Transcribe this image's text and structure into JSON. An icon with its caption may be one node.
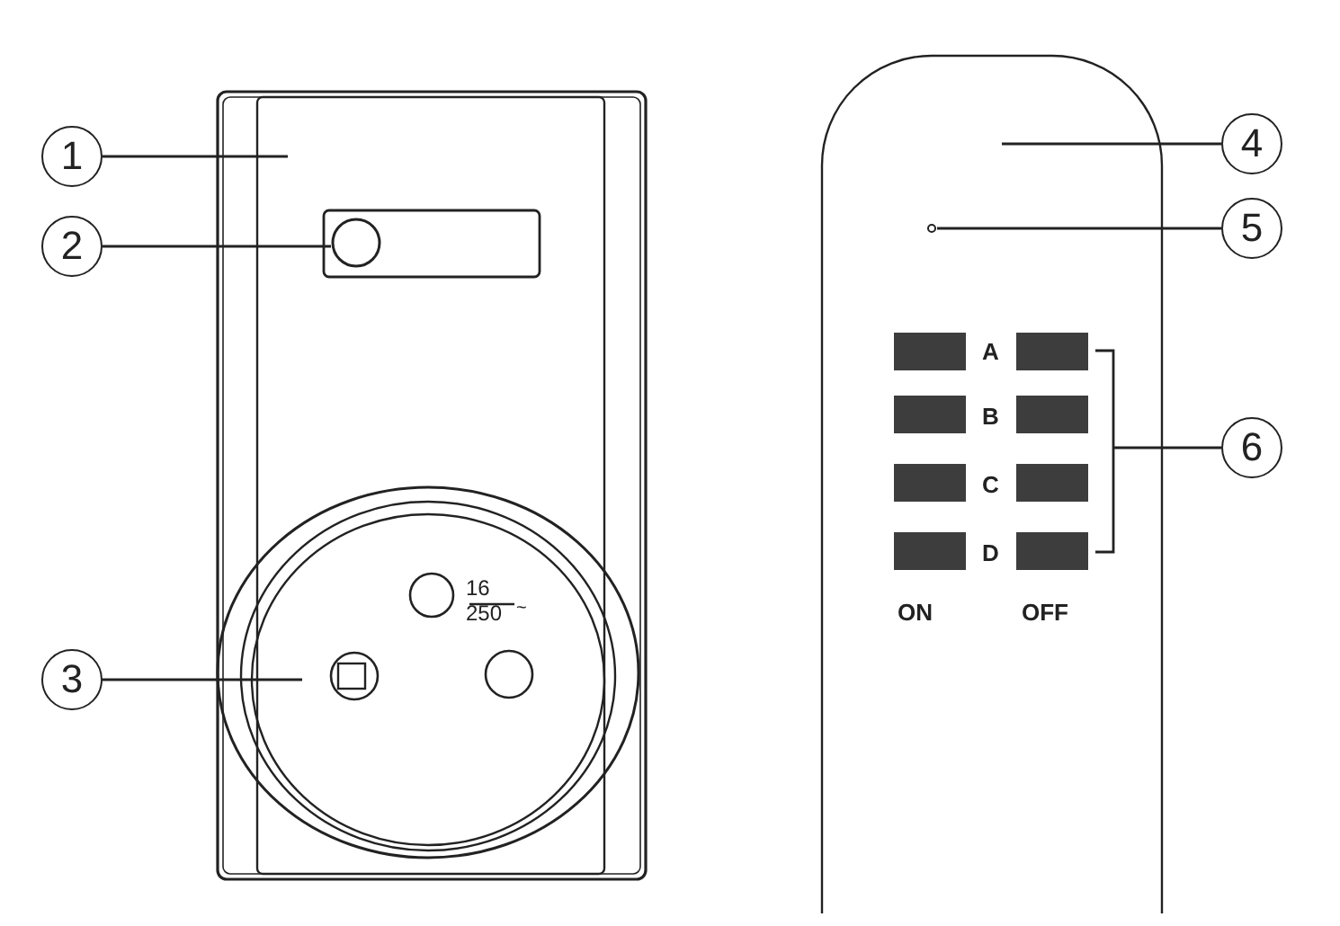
{
  "diagram": {
    "nodes": [
      {
        "text": [
          "1"
        ]
      },
      {
        "text": [
          "2"
        ]
      },
      {
        "text": [
          "3"
        ]
      },
      {
        "text": [
          "4"
        ]
      },
      {
        "text": [
          "5"
        ]
      },
      {
        "text": [
          "6"
        ]
      },
      {
        "text": [],
        "shape": "box"
      },
      {
        "text": [],
        "shape": "circle",
        "in": 6
      },
      {
        "text": [],
        "shape": "circle",
        "in": 6
      },
      {
        "text": [],
        "shape": "box"
      },
      {
        "text": [],
        "shape": "circle",
        "in": 9
      }
    ],
    "edges": [
      {
        "from": 0,
        "to": 6,
        "arrow": "none"
      },
      {
        "from": 1,
        "to": 7,
        "arrow": "none"
      },
      {
        "from": 2,
        "to": 8,
        "arrow": "none"
      },
      {
        "from": 3,
        "to": 9,
        "arrow": "none"
      },
      {
        "from": 4,
        "to": 10,
        "arrow": "none"
      },
      {
        "from": 5,
        "to": null,
        "arrow": "none"
      }
    ],
    "labels": [
      "16",
      "250",
      "~",
      "A",
      "B",
      "C",
      "D",
      "ON",
      "OFF"
    ]
  }
}
